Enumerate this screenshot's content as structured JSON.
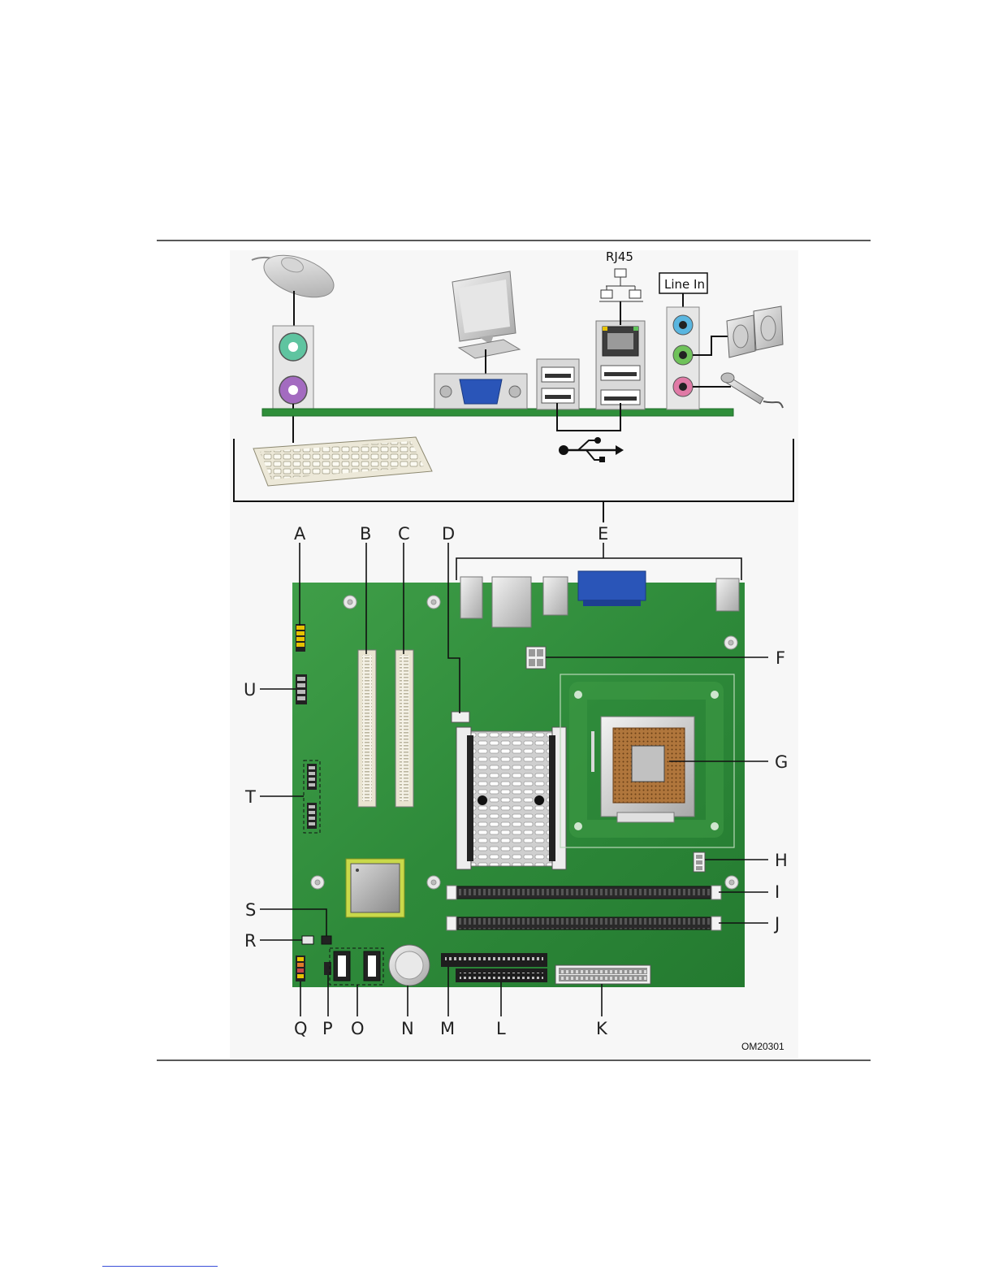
{
  "figure": {
    "labels": {
      "rj45": "RJ45",
      "line_in": "Line In",
      "figure_id": "OM20301"
    },
    "callouts": {
      "A": "A",
      "B": "B",
      "C": "C",
      "D": "D",
      "E": "E",
      "F": "F",
      "G": "G",
      "H": "H",
      "I": "I",
      "J": "J",
      "K": "K",
      "L": "L",
      "M": "M",
      "N": "N",
      "O": "O",
      "P": "P",
      "Q": "Q",
      "R": "R",
      "S": "S",
      "T": "T",
      "U": "U"
    },
    "icons": [
      "mouse-icon",
      "keyboard-icon",
      "monitor-icon",
      "network-icon",
      "usb-icon",
      "speakers-icon",
      "microphone-icon"
    ],
    "colors": {
      "board_green": "#2f8f3a",
      "board_dark": "#1f6d2a",
      "vga_blue": "#2a55b8",
      "ps2_mouse": "#5fc4a0",
      "ps2_keyboard": "#a36bc0",
      "audio_line_in": "#5ab6e0",
      "audio_out": "#6fc25a",
      "audio_mic": "#e07aa6",
      "rule": "#222222"
    }
  }
}
